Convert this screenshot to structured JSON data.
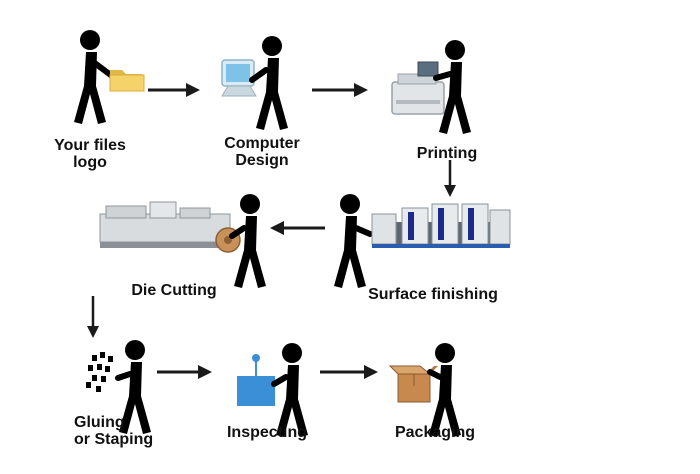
{
  "steps": [
    {
      "id": "files",
      "lines": [
        "Your files",
        "logo"
      ],
      "icon": "folder-icon"
    },
    {
      "id": "design",
      "lines": [
        "Computer",
        "Design"
      ],
      "icon": "computer-icon"
    },
    {
      "id": "printing",
      "lines": [
        "Printing"
      ],
      "icon": "printer-icon"
    },
    {
      "id": "surface",
      "lines": [
        "Surface finishing"
      ],
      "icon": "printing-press-icon"
    },
    {
      "id": "diecut",
      "lines": [
        "Die Cutting"
      ],
      "icon": "bag-machine-icon"
    },
    {
      "id": "gluing",
      "lines": [
        "Gluing",
        "or Staping"
      ],
      "icon": "glue-dots-icon"
    },
    {
      "id": "inspect",
      "lines": [
        "Inspecting"
      ],
      "icon": "inspection-box-icon"
    },
    {
      "id": "pack",
      "lines": [
        "Packaging"
      ],
      "icon": "cardboard-box-icon"
    }
  ],
  "colors": {
    "figure": "#000000",
    "arrow": "#1a1a1a",
    "folder": "#f5d36a",
    "inspect_box": "#3a8fd6",
    "cardboard": "#c8894e"
  }
}
